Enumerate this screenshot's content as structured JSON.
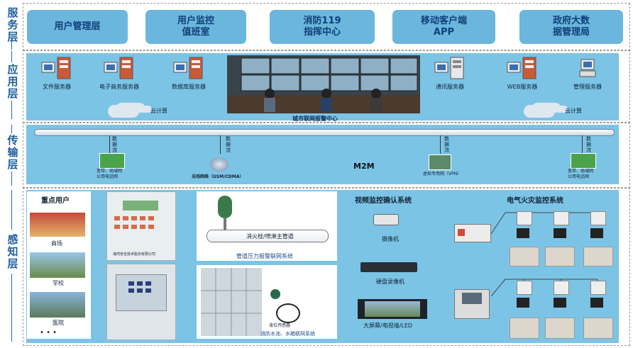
{
  "layers": [
    {
      "name": "服务层"
    },
    {
      "name": "应用层"
    },
    {
      "name": "传输层"
    },
    {
      "name": "感知层"
    }
  ],
  "service_layer": {
    "boxes": [
      "用户管理层",
      "用户监控\n值班室",
      "消防119\n指挥中心",
      "移动客户端\nAPP",
      "政府大数\n据管理局"
    ]
  },
  "application_layer": {
    "servers": {
      "file": "文件服务器",
      "ecommerce": "电子商务服务器",
      "database": "数据库服务器",
      "communication": "通讯服务器",
      "web": "WEB服务器",
      "management": "管理服务器"
    },
    "cloud_labels": [
      "云计算",
      "云计算"
    ],
    "center_caption": "城市联网报警中心"
  },
  "transport_layer": {
    "stream_labels": [
      "数\n据\n流",
      "数\n据\n流",
      "数\n据\n流",
      "数\n据\n流"
    ],
    "nodes": {
      "broadband_left": "宽带、局域网\n公用电话网",
      "wireless": "无线网络（GSM/CDMA）",
      "vpn": "虚拟专用网（VPN）",
      "broadband_right": "宽带、局域网\n公用电话网"
    },
    "m2m": "M2M"
  },
  "perception_layer": {
    "key_users": {
      "title": "重点用户",
      "items": [
        "商场",
        "学校",
        "医院"
      ],
      "more": "• • •"
    },
    "panel_brand": "海湾安全技术股份有限公司",
    "pressure": {
      "pipe_label": "消火栓/喷淋主管道",
      "caption": "管道压力报警联网系统"
    },
    "water_tank": {
      "sensor_label": "液位传感器",
      "caption": "消防水池、水箱联网系统"
    },
    "video": {
      "title": "视频监控确认系统",
      "camera": "摄像机",
      "dvr": "硬盘录像机",
      "display": "大屏幕/电视墙/LED"
    },
    "electrical": {
      "title": "电气火灾监控系统"
    }
  },
  "colors": {
    "band": "#7cc4e6",
    "service_box": "#6bb6dc",
    "label_blue": "#1f5f9c"
  }
}
